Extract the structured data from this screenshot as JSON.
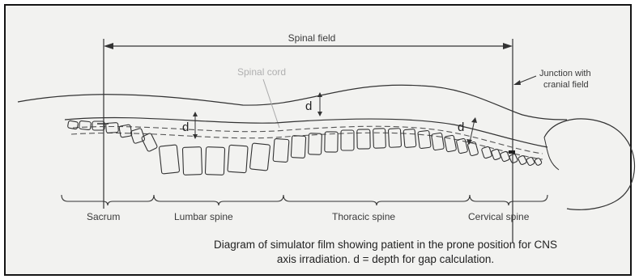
{
  "labels": {
    "spinal_field": "Spinal field",
    "spinal_cord": "Spinal cord",
    "junction_line1": "Junction with",
    "junction_line2": "cranial field",
    "depth_marker": "d"
  },
  "regions": [
    "Sacrum",
    "Lumbar spine",
    "Thoracic spine",
    "Cervical spine"
  ],
  "caption": {
    "line1": "Diagram of simulator film showing patient in the prone position for CNS",
    "line2": "axis irradiation. d = depth for gap calculation."
  }
}
